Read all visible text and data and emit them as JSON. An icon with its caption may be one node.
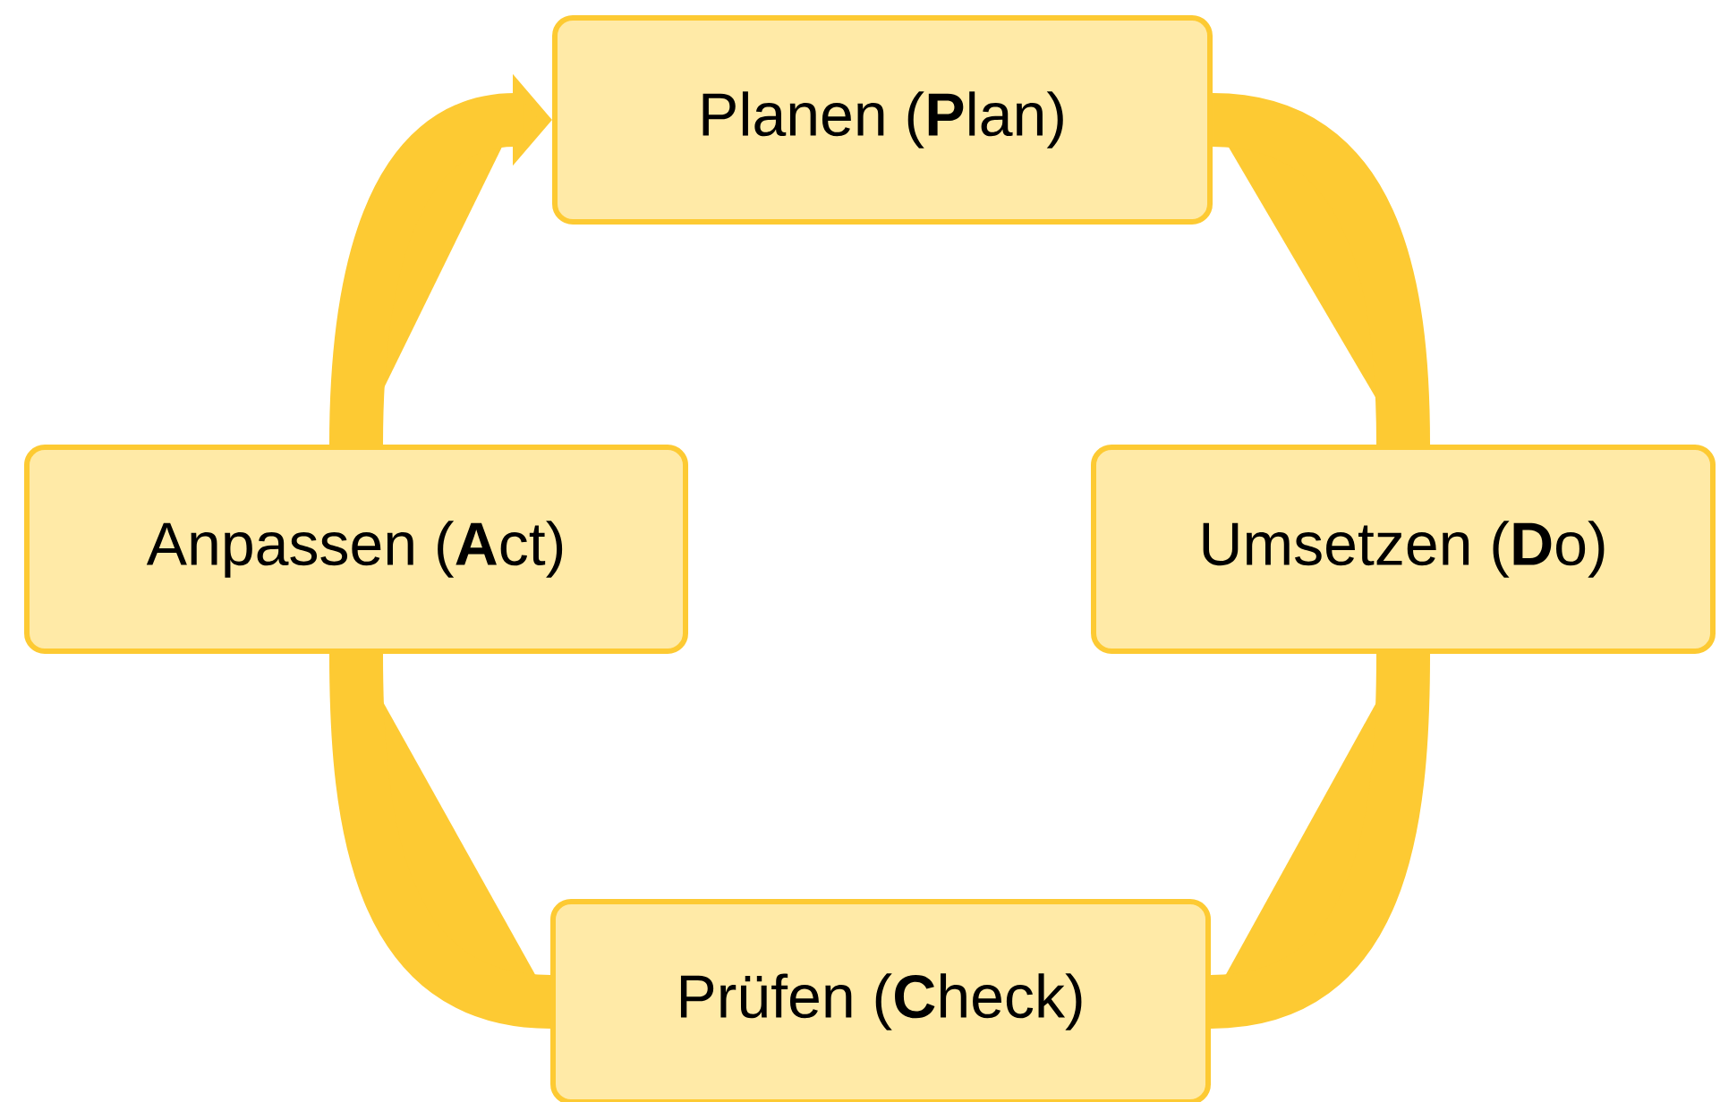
{
  "diagram": {
    "nodes": [
      {
        "text": [
          "Planen (**P**lan)"
        ]
      },
      {
        "text": [
          "Umsetzen (**D**o)"
        ]
      },
      {
        "text": [
          "Prüfen (**C**heck)"
        ]
      },
      {
        "text": [
          "Anpassen (**A**ct)"
        ]
      }
    ],
    "edges": [
      {
        "from": 0,
        "to": 1,
        "arrow": "none"
      },
      {
        "from": 1,
        "to": 2,
        "arrow": "none"
      },
      {
        "from": 2,
        "to": 3,
        "arrow": "none"
      },
      {
        "from": 3,
        "to": 0,
        "arrow": "to"
      }
    ]
  }
}
